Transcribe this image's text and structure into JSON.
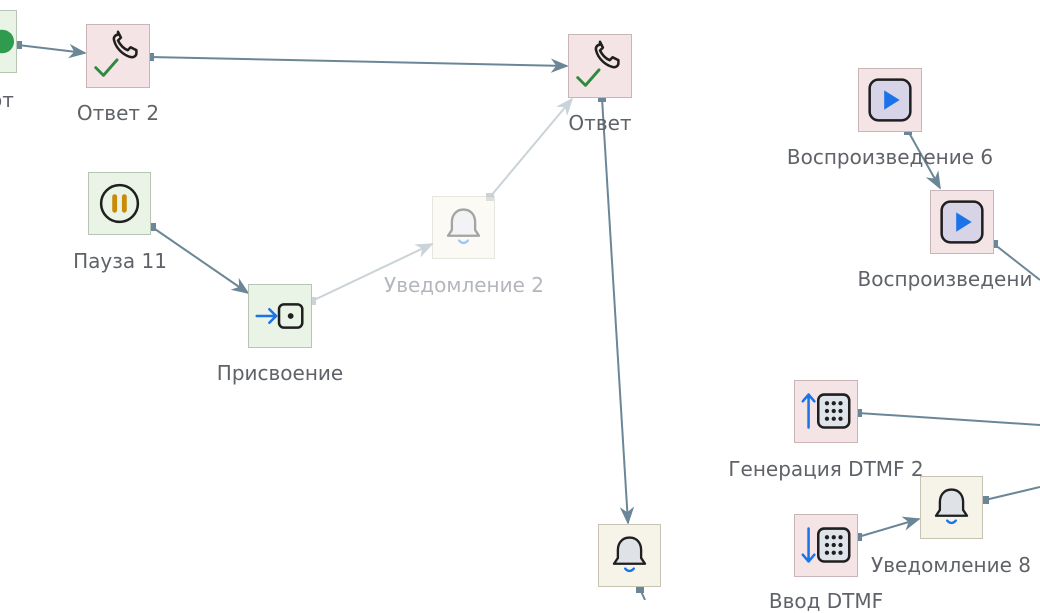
{
  "nodes": {
    "partial_left": {
      "label": "от",
      "color": "#2e9b4e"
    },
    "otvet2": {
      "label": "Ответ 2",
      "icon": "phone-check-icon"
    },
    "otvet": {
      "label": "Ответ",
      "icon": "phone-check-icon"
    },
    "pauza11": {
      "label": "Пауза 11",
      "icon": "pause-icon"
    },
    "uvedomlenie2": {
      "label": "Уведомление 2",
      "icon": "bell-icon",
      "state": "disabled"
    },
    "prisvoenie": {
      "label": "Присвоение",
      "icon": "assign-icon"
    },
    "vosproizvedenie6": {
      "label": "Воспроизведение 6",
      "icon": "play-icon"
    },
    "vosproizvedenie_next": {
      "label": "Воспроизведени",
      "icon": "play-icon"
    },
    "generacia_dtmf2": {
      "label": "Генерация DTMF 2",
      "icon": "dtmf-generate-icon"
    },
    "uvedomlenie8": {
      "label": "Уведомление 8",
      "icon": "bell-icon"
    },
    "vvod_dtmf": {
      "label": "Ввод DTMF",
      "icon": "dtmf-input-icon"
    },
    "bell_bottom": {
      "label": "",
      "icon": "bell-icon"
    }
  },
  "colors": {
    "edge": "#6b8797",
    "edge_faded": "#c9d3d8",
    "check": "#2e8b3e",
    "accent_blue": "#1a73e8",
    "pause": "#c98a0a"
  }
}
